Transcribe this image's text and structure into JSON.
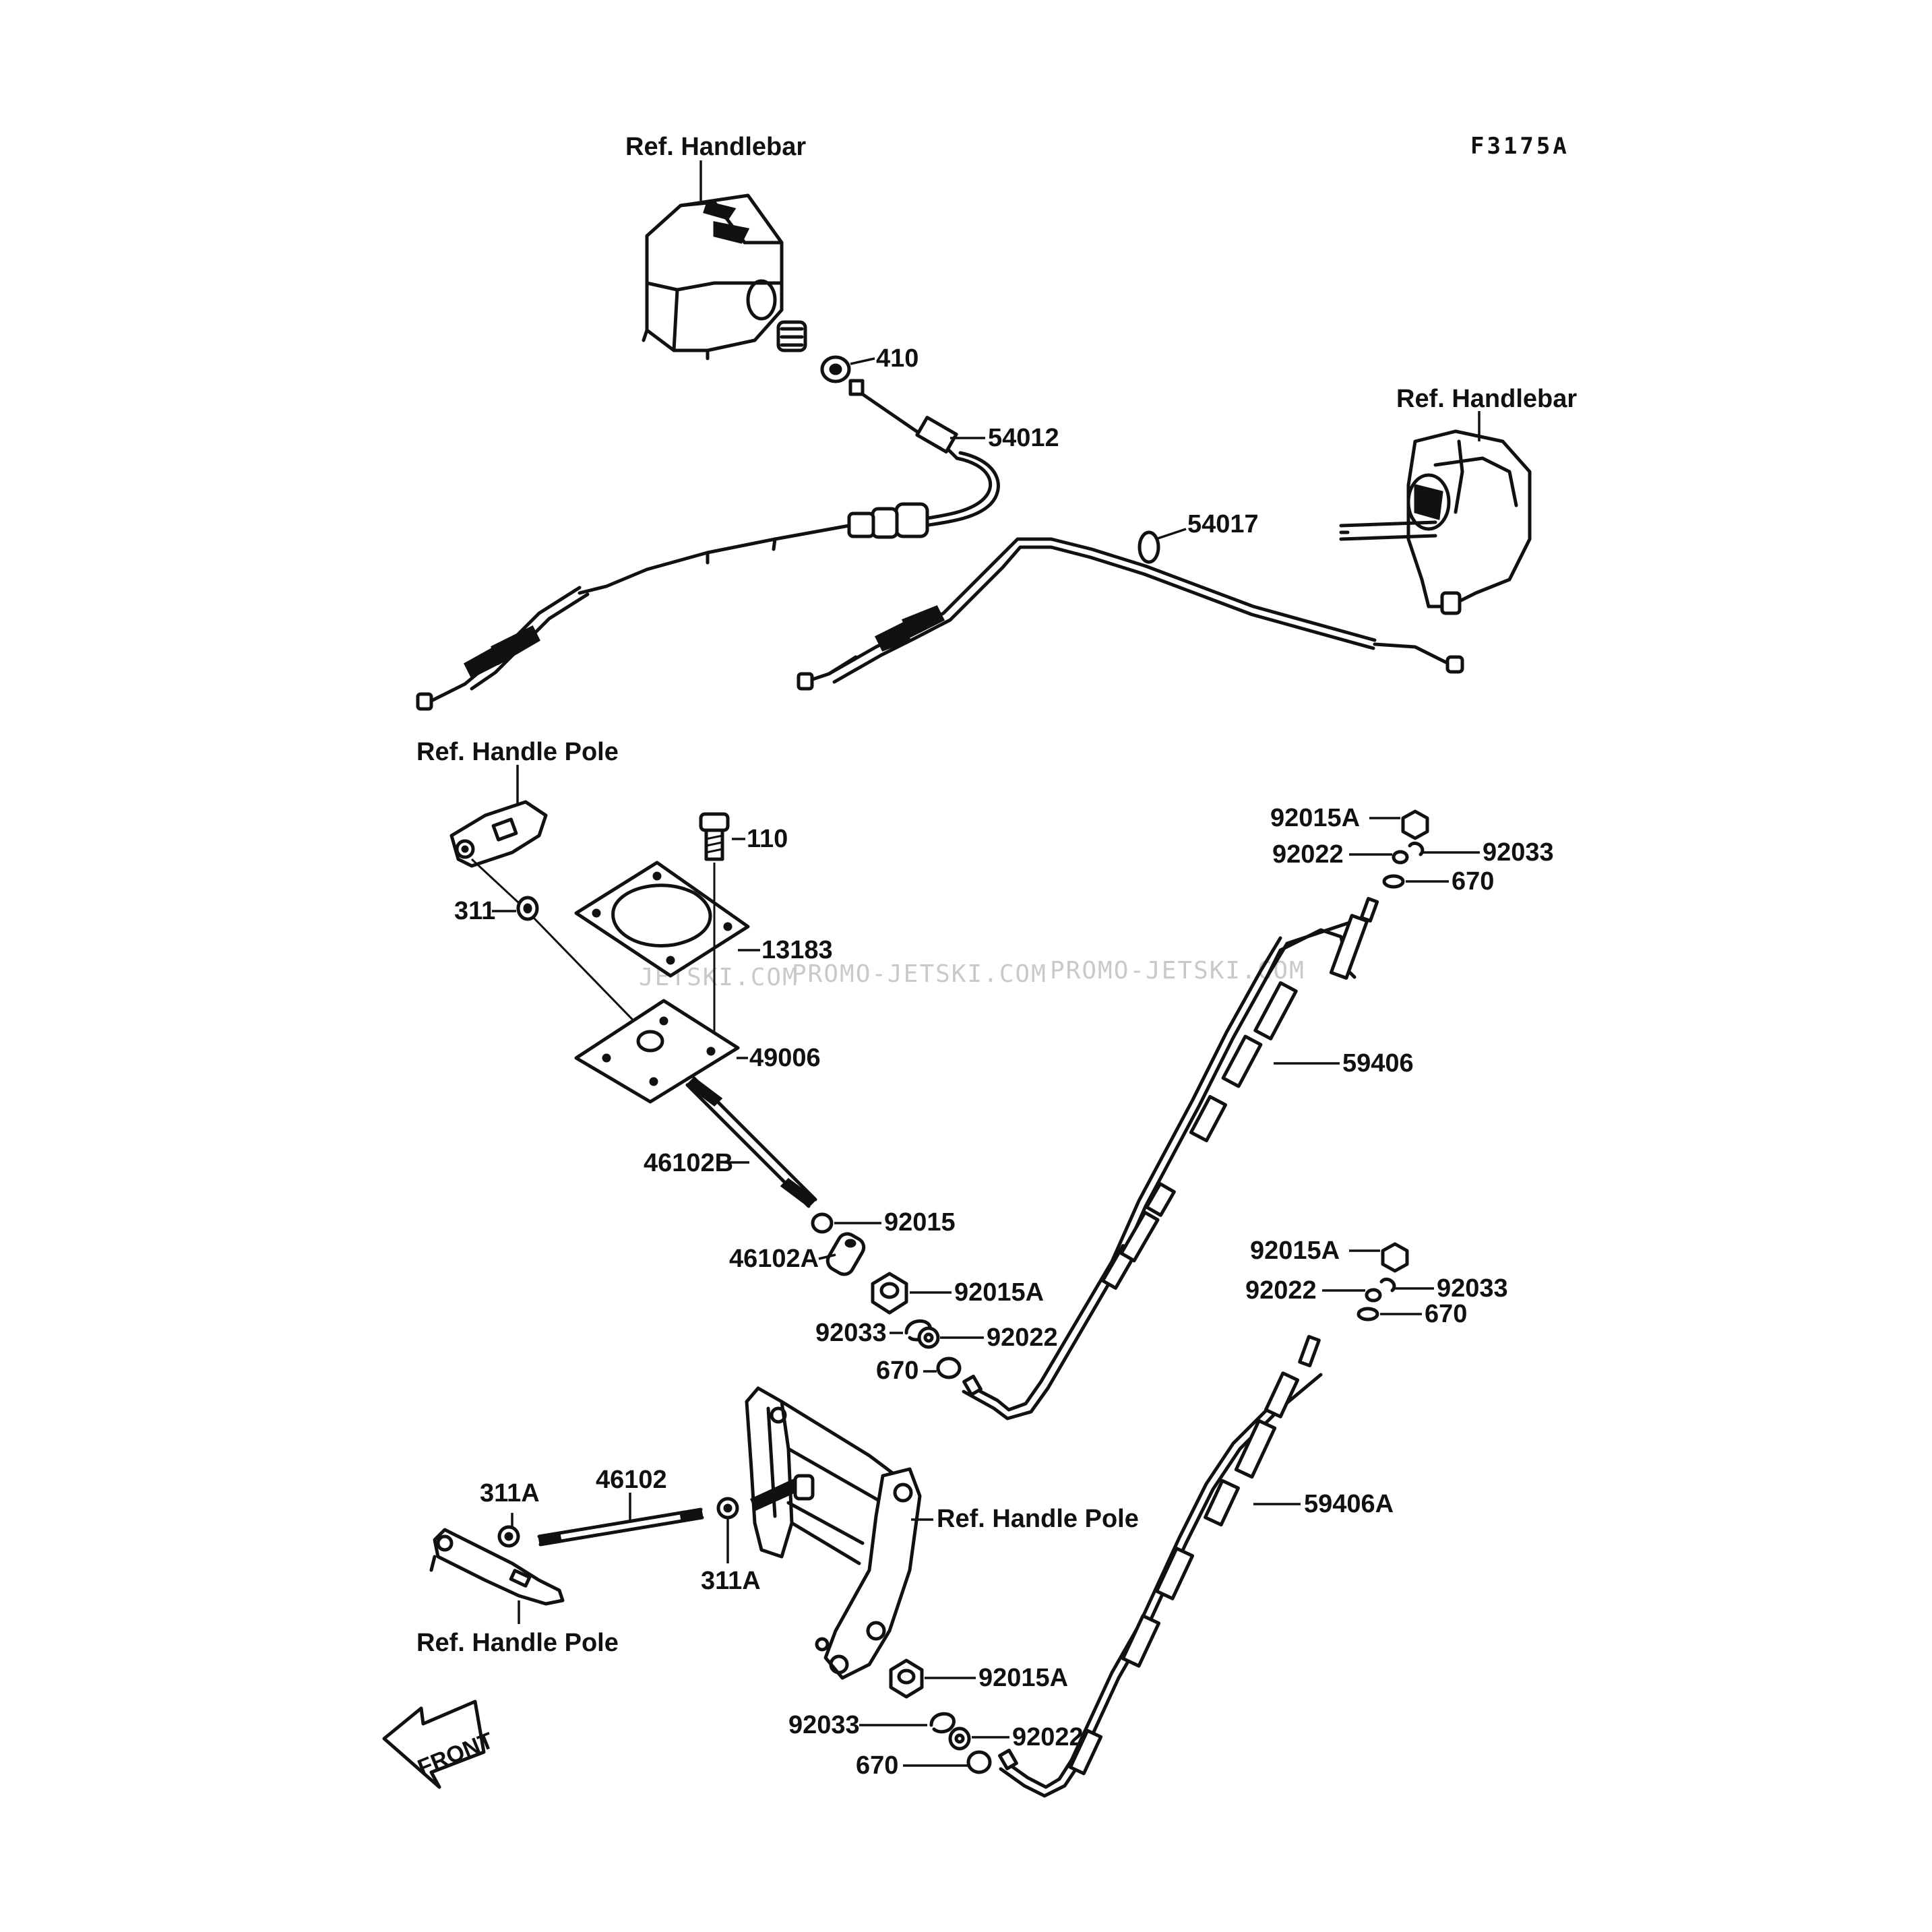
{
  "figure_code": "F3175A",
  "watermark": "PROMO-JETSKI.COM",
  "watermark_fragment": "JETSKI.COM",
  "refs": {
    "handlebar_left": "Ref. Handlebar",
    "handlebar_right": "Ref. Handlebar",
    "handle_pole_top": "Ref. Handle Pole",
    "handle_pole_bracket": "Ref. Handle Pole",
    "handle_pole_bottom": "Ref. Handle Pole"
  },
  "parts": {
    "p410": "410",
    "p54012": "54012",
    "p54017": "54017",
    "p110": "110",
    "p13183": "13183",
    "p311": "311",
    "p49006": "49006",
    "p46102B": "46102B",
    "p92015": "92015",
    "p46102A": "46102A",
    "p92015A_mid": "92015A",
    "p92033_mid": "92033",
    "p92022_mid": "92022",
    "p670_mid": "670",
    "p92015A_tr1": "92015A",
    "p92022_tr1": "92022",
    "p92033_tr1": "92033",
    "p670_tr1": "670",
    "p59406": "59406",
    "p92015A_tr2": "92015A",
    "p92022_tr2": "92022",
    "p92033_tr2": "92033",
    "p670_tr2": "670",
    "p59406A": "59406A",
    "p46102": "46102",
    "p311A_top": "311A",
    "p311A_bot": "311A",
    "p92015A_bot": "92015A",
    "p92033_bot": "92033",
    "p92022_bot": "92022",
    "p670_bot": "670"
  },
  "front_arrow": "FRONT"
}
